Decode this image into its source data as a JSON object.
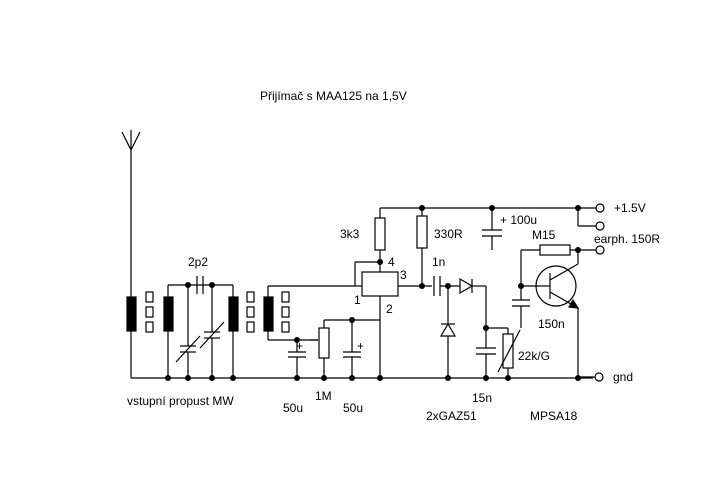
{
  "title": "Přijímač s MAA125 na 1,5V",
  "labels": {
    "supply": "+1.5V",
    "earphone": "earph. 150R",
    "gnd": "gnd",
    "r_3k3": "3k3",
    "r_330": "330R",
    "c_100u": "+ 100u",
    "r_m15": "M15",
    "c_1n": "1n",
    "c_2p2": "2p2",
    "c_150n": "150n",
    "pot_22k": "22k/G",
    "c_15n": "15n",
    "c_50u_a": "50u",
    "c_50u_b": "50u",
    "pot_1m": "1M",
    "diodes": "2xGAZ51",
    "transistor": "MPSA18",
    "bandpass": "vstupní propust  MW",
    "pin1": "1",
    "pin2": "2",
    "pin3": "3",
    "pin4": "4",
    "plus_a": "+",
    "plus_b": "+"
  }
}
